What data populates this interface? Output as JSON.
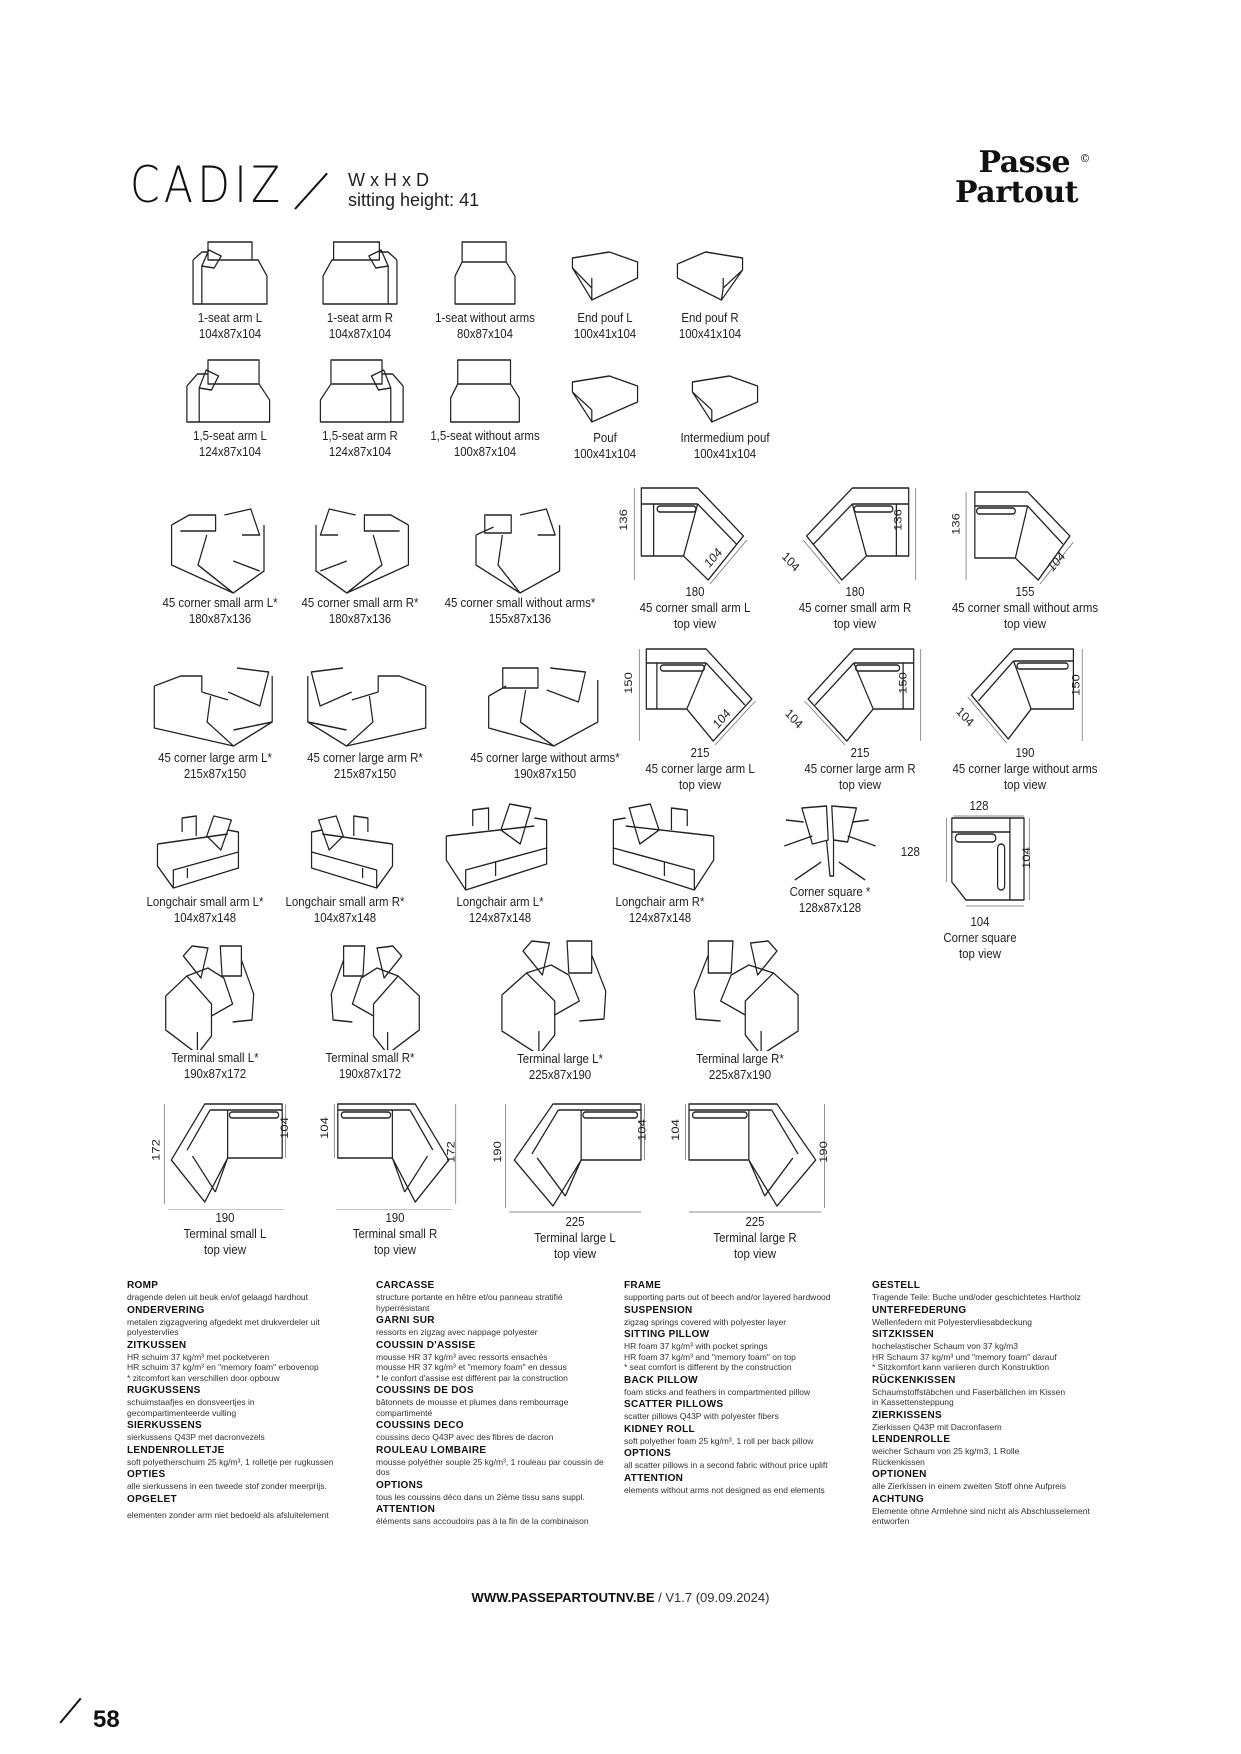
{
  "header": {
    "title": "CADIZ",
    "dims_label": "W x H x D",
    "sitting_height": "sitting height: 41",
    "logo_line1": "Passe",
    "logo_line2": "Partout",
    "logo_mark": "©"
  },
  "elements": [
    {
      "name": "1-seat arm L",
      "dims": "104x87x104"
    },
    {
      "name": "1-seat arm R",
      "dims": "104x87x104"
    },
    {
      "name": "1-seat without arms",
      "dims": "80x87x104"
    },
    {
      "name": "End pouf L",
      "dims": "100x41x104"
    },
    {
      "name": "End pouf R",
      "dims": "100x41x104"
    },
    {
      "name": "1,5-seat arm L",
      "dims": "124x87x104"
    },
    {
      "name": "1,5-seat arm R",
      "dims": "124x87x104"
    },
    {
      "name": "1,5-seat without arms",
      "dims": "100x87x104"
    },
    {
      "name": "Pouf",
      "dims": "100x41x104"
    },
    {
      "name": "Intermedium pouf",
      "dims": "100x41x104"
    },
    {
      "name": "45 corner small arm L*",
      "dims": "180x87x136"
    },
    {
      "name": "45 corner small arm R*",
      "dims": "180x87x136"
    },
    {
      "name": "45 corner small without arms*",
      "dims": "155x87x136"
    },
    {
      "name": "45 corner large arm L*",
      "dims": "215x87x150"
    },
    {
      "name": "45 corner large arm R*",
      "dims": "215x87x150"
    },
    {
      "name": "45 corner large without arms*",
      "dims": "190x87x150"
    },
    {
      "name": "Longchair small arm L*",
      "dims": "104x87x148"
    },
    {
      "name": "Longchair small arm R*",
      "dims": "104x87x148"
    },
    {
      "name": "Longchair arm L*",
      "dims": "124x87x148"
    },
    {
      "name": "Longchair arm R*",
      "dims": "124x87x148"
    },
    {
      "name": "Corner square *",
      "dims": "128x87x128"
    },
    {
      "name": "Terminal small L*",
      "dims": "190x87x172"
    },
    {
      "name": "Terminal small R*",
      "dims": "190x87x172"
    },
    {
      "name": "Terminal large L*",
      "dims": "225x87x190"
    },
    {
      "name": "Terminal large R*",
      "dims": "225x87x190"
    }
  ],
  "top_views": [
    {
      "name": "45 corner small arm L",
      "sub": "top view",
      "w": "180",
      "h": "136",
      "d": "104"
    },
    {
      "name": "45 corner small arm R",
      "sub": "top view",
      "w": "180",
      "h": "136",
      "d": "104"
    },
    {
      "name": "45 corner small without arms",
      "sub": "top view",
      "w": "155",
      "h": "136",
      "d": "104"
    },
    {
      "name": "45 corner large arm L",
      "sub": "top view",
      "w": "215",
      "h": "150",
      "d": "104"
    },
    {
      "name": "45 corner large arm R",
      "sub": "top view",
      "w": "215",
      "h": "150",
      "d": "104"
    },
    {
      "name": "45 corner large without arms",
      "sub": "top view",
      "w": "190",
      "h": "150",
      "d": "104"
    },
    {
      "name": "Corner square",
      "sub": "top view",
      "w": "128",
      "h": "128",
      "d": "104",
      "d2": "104"
    },
    {
      "name": "Terminal small L",
      "sub": "top view",
      "w": "190",
      "h": "172",
      "d": "104"
    },
    {
      "name": "Terminal small R",
      "sub": "top view",
      "w": "190",
      "h": "172",
      "d": "104"
    },
    {
      "name": "Terminal large L",
      "sub": "top view",
      "w": "225",
      "h": "190",
      "d": "104"
    },
    {
      "name": "Terminal large R",
      "sub": "top view",
      "w": "225",
      "h": "190",
      "d": "104"
    }
  ],
  "specs": {
    "nl": [
      {
        "h": "ROMP",
        "t": "dragende delen uit beuk en/of gelaagd hardhout"
      },
      {
        "h": "ONDERVERING",
        "t": "metalen zigzagvering afgedekt met drukverdeler uit\npolyestervlies"
      },
      {
        "h": "ZITKUSSEN",
        "t": "HR schuim 37 kg/m³ met pocketveren\nHR schuim 37 kg/m³ en \"memory foam\" erbovenop\n* zitcomfort kan verschillen door opbouw"
      },
      {
        "h": "RUGKUSSENS",
        "t": "schuimstaafjes en donsveertjes in\ngecompartimenteerde vulling"
      },
      {
        "h": "SIERKUSSENS",
        "t": "sierkussens Q43P met dacronvezels"
      },
      {
        "h": "LENDENROLLETJE",
        "t": "soft polyetherschuim 25 kg/m³, 1 rolletje per rugkussen"
      },
      {
        "h": "OPTIES",
        "t": "alle sierkussens in een tweede stof zonder meerprijs."
      },
      {
        "h": "OPGELET",
        "t": "elementen zonder arm niet bedoeld als afsluitelement"
      }
    ],
    "fr": [
      {
        "h": "CARCASSE",
        "t": "structure portante en hêtre et/ou panneau stratifié\nhyperrésistant"
      },
      {
        "h": "GARNI SUR",
        "t": "ressorts en zigzag avec nappage polyester"
      },
      {
        "h": "COUSSIN D'ASSISE",
        "t": "mousse HR 37 kg/m³ avec ressorts ensachés\nmousse HR 37 kg/m³ et \"memory foam\" en dessus\n* le confort d'assise est différent par la construction"
      },
      {
        "h": "COUSSINS DE DOS",
        "t": "bâtonnets de mousse et plumes dans rembourrage\ncompartimenté"
      },
      {
        "h": "COUSSINS DECO",
        "t": "coussins deco Q43P avec des fibres de dacron"
      },
      {
        "h": "ROULEAU LOMBAIRE",
        "t": "mousse polyéther souple 25 kg/m³, 1 rouleau par coussin de\ndos"
      },
      {
        "h": "OPTIONS",
        "t": "tous les coussins déco dans un 2ième tissu sans suppl."
      },
      {
        "h": "ATTENTION",
        "t": "éléments sans accoudoirs pas à la fin de la combinaison"
      }
    ],
    "en": [
      {
        "h": "FRAME",
        "t": "supporting parts out of beech and/or layered hardwood\n "
      },
      {
        "h": "SUSPENSION",
        "t": "zigzag springs covered with polyester layer"
      },
      {
        "h": "SITTING PILLOW",
        "t": "HR foam 37 kg/m³ with pocket springs\nHR foam 37 kg/m³ and \"memory foam\" on top\n* seat comfort is different by the construction"
      },
      {
        "h": "BACK PILLOW",
        "t": "foam sticks and feathers in compartmented pillow"
      },
      {
        "h": "SCATTER PILLOWS",
        "t": "scatter pillows Q43P with polyester fibers"
      },
      {
        "h": "KIDNEY ROLL",
        "t": "soft polyether foam 25 kg/m³, 1 roll per back pillow"
      },
      {
        "h": "OPTIONS",
        "t": "all scatter pillows in a second fabric without price uplift"
      },
      {
        "h": "ATTENTION",
        "t": "elements without arms not designed as end elements"
      }
    ],
    "de": [
      {
        "h": "GESTELL",
        "t": "Tragende Teile: Buche und/oder geschichtetes Hartholz"
      },
      {
        "h": "UNTERFEDERUNG",
        "t": "Wellenfedern mit Polyestervliesabdeckung"
      },
      {
        "h": "SITZKISSEN",
        "t": "hochelastischer Schaum von 37 kg/m3\nHR Schaum 37 kg/m³ und \"memory foam\" darauf\n* Sitzkomfort kann variieren durch Konstruktion"
      },
      {
        "h": "RÜCKENKISSEN",
        "t": "Schaumstoffstäbchen und Faserbällchen im Kissen\nin Kassettensteppung"
      },
      {
        "h": "ZIERKISSENS",
        "t": "Zierkissen Q43P mit Dacronfasern"
      },
      {
        "h": "LENDENROLLE",
        "t": "weicher Schaum von 25 kg/m3, 1 Rolle\nRückenkissen"
      },
      {
        "h": "OPTIONEN",
        "t": "alle Zierkissen in einem zweiten Stoff ohne Aufpreis"
      },
      {
        "h": "ACHTUNG",
        "t": "Elemente ohne Armlehne sind nicht als Abschlusselement\nentworfen"
      }
    ]
  },
  "footer": {
    "url": "WWW.PASSEPARTOUTNV.BE",
    "version": " / V1.7 (09.09.2024)",
    "page_number": "58"
  }
}
